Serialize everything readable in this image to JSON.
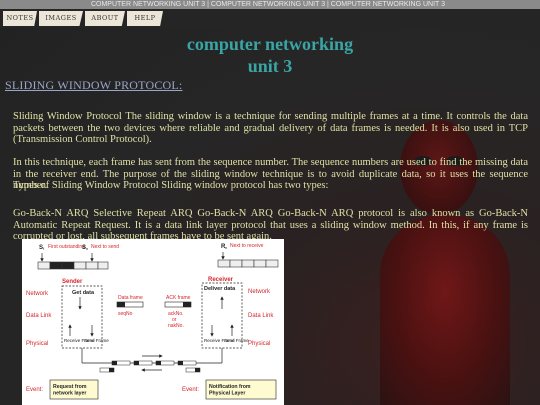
{
  "marquee": {
    "text": "COMPUTER NETWORKING UNIT 3 | COMPUTER NETWORKING UNIT 3 | COMPUTER NETWORKING UNIT 3"
  },
  "nav": {
    "items": [
      "NOTES",
      "IMAGES",
      "ABOUT",
      "HELP"
    ]
  },
  "page": {
    "title_line1": "computer networking",
    "title_line2": "unit 3",
    "section_heading": "SLIDING WINDOW PROTOCOL:",
    "paragraph1": "Sliding Window Protocol The sliding window is a technique for sending multiple frames at a time. It controls the data packets between the two devices where reliable and gradual delivery of data frames is needed. It is also used in TCP (Transmission Control Protocol).",
    "paragraph2": "In this technique, each frame has sent from the sequence number. The sequence numbers are used to find the missing data in the receiver end. The purpose of the sliding window technique is to avoid duplicate data, so it uses the sequence number.",
    "paragraph3": "Types of Sliding Window Protocol Sliding window protocol has two types:",
    "paragraph4": "Go-Back-N ARQ Selective Repeat ARQ Go-Back-N ARQ Go-Back-N ARQ protocol is also known as Go-Back-N Automatic Repeat Request. It is a data link layer protocol that uses a sliding window method. In this, if any frame is corrupted or lost, all subsequent frames have to be sent again."
  },
  "diagram": {
    "sf_label": "S",
    "sf_sub": "f",
    "first_outstanding": "First outstanding",
    "sn_label": "S",
    "sn_sub": "n",
    "next_to_send": "Next to send",
    "rn_label": "R",
    "rn_sub": "n",
    "next_to_receive": "Next to receive",
    "sender": "Sender",
    "receiver": "Receiver",
    "network_left": "Network",
    "network_right": "Network",
    "datalink_left": "Data Link",
    "datalink_right": "Data Link",
    "physical_left": "Physical",
    "physical_right": "Physical",
    "get_data": "Get data",
    "deliver_data": "Deliver data",
    "data_frames": "Data frame",
    "seqno": "seqNo",
    "ack_frame": "ACK frame",
    "ackno": "ackNo.",
    "or": "or",
    "nakno": "nakNo.",
    "receive_frame_left": "Receive Frame",
    "send_frame_left": "Send Frame",
    "receive_frame_right": "Receive Frame",
    "send_frame_right": "Send Frame",
    "event_left": "Event:",
    "event_right": "Event:",
    "request_from": "Request from network layer",
    "notification_from": "Notification from Physical Layer",
    "colors": {
      "label_red": "#d6262b",
      "event_box": "#fffbd0",
      "arrow": "#222222"
    }
  }
}
